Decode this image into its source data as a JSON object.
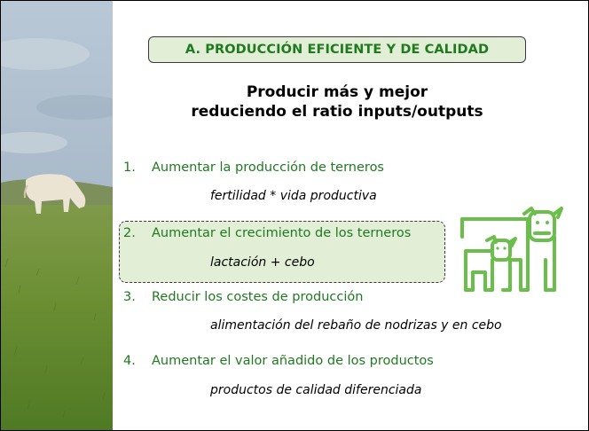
{
  "section": {
    "title": "A. PRODUCCIÓN EFICIENTE Y DE CALIDAD"
  },
  "subtitle": {
    "line1": "Producir más y mejor",
    "line2": "reduciendo el ratio inputs/outputs"
  },
  "items": [
    {
      "number": "1.",
      "label": "Aumentar la producción de terneros",
      "detail": "fertilidad * vida productiva"
    },
    {
      "number": "2.",
      "label": "Aumentar el crecimiento de los terneros",
      "detail": "lactación + cebo"
    },
    {
      "number": "3.",
      "label": "Reducir los costes de producción",
      "detail": "alimentación del rebaño de nodrizas y en cebo"
    },
    {
      "number": "4.",
      "label": "Aumentar el valor añadido de los productos",
      "detail": "productos de calidad diferenciada"
    }
  ],
  "icons": {
    "cows": "cow-and-calf-icon",
    "photo": "cow-grazing-photo"
  },
  "colors": {
    "accent_green": "#1f7a1f",
    "highlight_bg": "#e2efd6",
    "icon_green": "#6abf4b"
  }
}
